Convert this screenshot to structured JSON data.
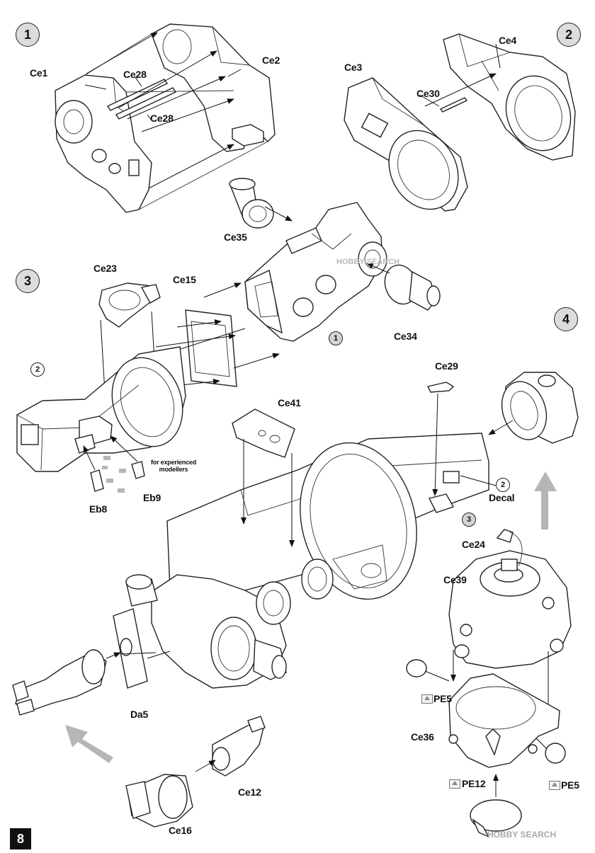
{
  "page_number": "8",
  "watermark": "HOBBY SEARCH",
  "steps": [
    {
      "number": "1"
    },
    {
      "number": "2"
    },
    {
      "number": "3"
    },
    {
      "number": "4"
    }
  ],
  "sub_refs": [
    "1",
    "2",
    "2",
    "3"
  ],
  "parts": {
    "ce1": "Ce1",
    "ce2": "Ce2",
    "ce28a": "Ce28",
    "ce28b": "Ce28",
    "ce3": "Ce3",
    "ce4": "Ce4",
    "ce30": "Ce30",
    "ce35": "Ce35",
    "ce23": "Ce23",
    "ce15": "Ce15",
    "ce34": "Ce34",
    "eb8": "Eb8",
    "eb9": "Eb9",
    "experienced": "for experienced modellers",
    "ce29": "Ce29",
    "ce41": "Ce41",
    "decal": "Decal",
    "ce24": "Ce24",
    "ce39": "Ce39",
    "pe5a": "PE5",
    "pe5b": "PE5",
    "ce36": "Ce36",
    "pe12": "PE12",
    "da5": "Da5",
    "ce12": "Ce12",
    "ce16": "Ce16"
  }
}
